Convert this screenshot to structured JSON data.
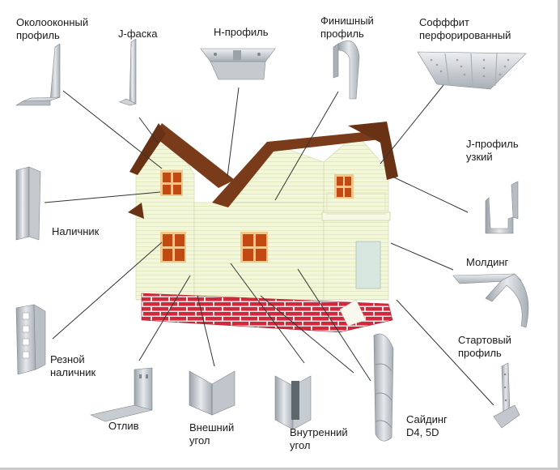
{
  "labels": {
    "okolookonny": [
      "Околооконный",
      "профиль"
    ],
    "j_faska": [
      "J-фаска"
    ],
    "h_profile": [
      "Н-профиль"
    ],
    "finish_profile": [
      "Финишный",
      "профиль"
    ],
    "soffit": [
      "Софффит",
      "перфорированный"
    ],
    "j_narrow": [
      "J-профиль",
      "узкий"
    ],
    "nalichnik": [
      "Наличник"
    ],
    "molding": [
      "Молдинг"
    ],
    "carved_nalichnik": [
      "Резной",
      "наличник"
    ],
    "starter": [
      "Стартовый",
      "профиль"
    ],
    "otliv": [
      "Отлив"
    ],
    "outer_corner": [
      "Внешний",
      "угол"
    ],
    "inner_corner": [
      "Внутренний",
      "угол"
    ],
    "siding": [
      "Сайдинг",
      "D4, 5D"
    ]
  },
  "colors": {
    "siding_wall": "#f3f7d9",
    "siding_line": "#d9e0b0",
    "roof": "#7a3b1a",
    "roof_edge": "#5a2a10",
    "brick": "#d0283c",
    "mortar": "#f6e2e2",
    "window_glass": "#c24a12",
    "window_light": "#f4c68a",
    "metal": "#c9cdd2",
    "metal_dark": "#8d949b",
    "leader": "#333333"
  }
}
